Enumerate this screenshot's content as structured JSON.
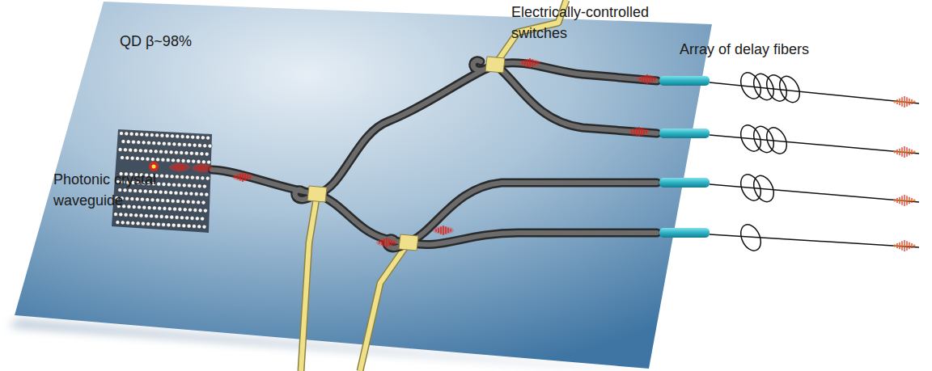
{
  "diagram": {
    "labels": [
      "QD β~98%",
      "Photonic crystal waveguide",
      "Electrically-controlled switches",
      "Array of delay fibers"
    ]
  }
}
